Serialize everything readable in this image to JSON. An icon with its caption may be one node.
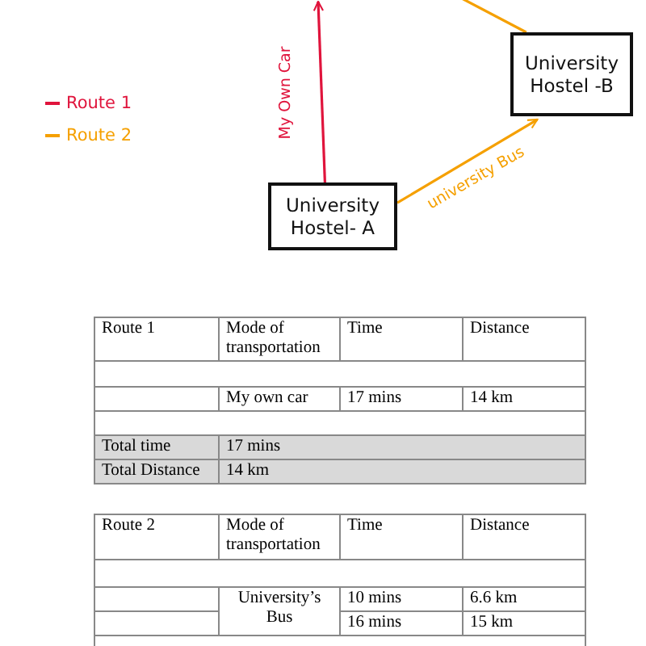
{
  "diagram": {
    "nodes": [
      {
        "text": [
          "University Hostel- A"
        ]
      },
      {
        "text": [
          "University Hostel -B"
        ]
      }
    ],
    "edges": [
      {
        "from": 0,
        "to": null,
        "arrow": "to",
        "label": "My Own Car",
        "color": "#e0143c"
      },
      {
        "from": 0,
        "to": 1,
        "arrow": "to",
        "label": "university Bus"
      },
      {
        "from": 1,
        "to": null,
        "arrow": "none"
      }
    ],
    "labels": [
      "Route 1",
      "Mode of transportation",
      "Time",
      "Distance",
      "My own car",
      "17 mins",
      "14 km",
      "Total time",
      "17 mins",
      "Total Distance",
      "14 km",
      "Route 2",
      "Mode of transportation",
      "Time",
      "Distance",
      "University’s Bus",
      "10 mins",
      "6.6 km",
      "16 mins",
      "15 km"
    ],
    "legend": [
      {
        "text": "Route 1",
        "color": "#e0143c"
      },
      {
        "text": "Route 2",
        "color": "#f5a000"
      }
    ]
  }
}
